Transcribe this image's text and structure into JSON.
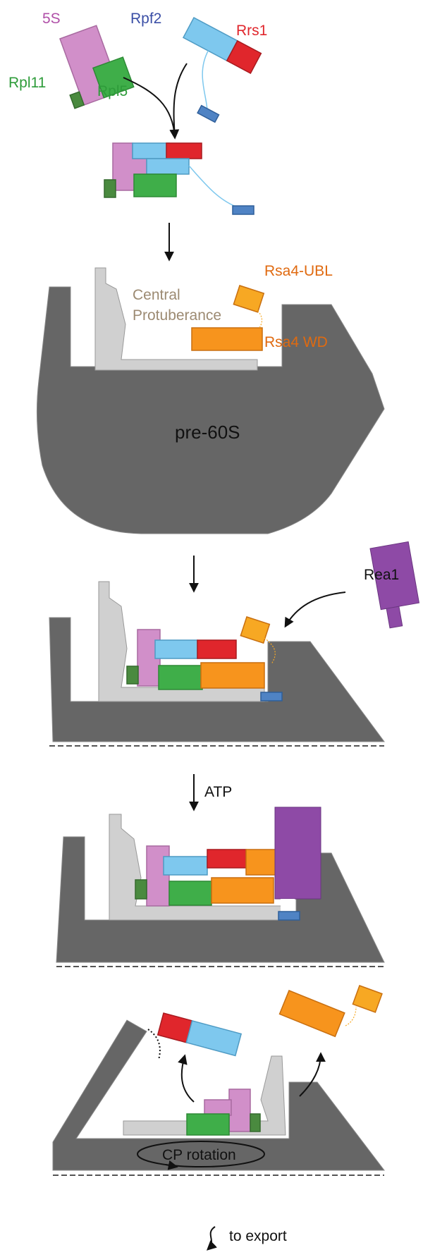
{
  "colors": {
    "fivesRna": "#d18fc9",
    "rpl5": "#3fae49",
    "rpl11": "#4a8a3f",
    "rpf2": "#7ec8ee",
    "rrs1": "#e0262c",
    "rsa4": "#f7941d",
    "rea1": "#8e4aa6",
    "ribosome": "#666666",
    "cp": "#d0d0d0",
    "label_5s": "#b050a8",
    "label_rpf2": "#3b4fa6",
    "label_rrs1": "#e0262c",
    "label_green": "#2e9c3a",
    "label_orange": "#e06a10",
    "label_cp": "#9c8a72",
    "text_dark": "#111111"
  },
  "labels": {
    "fives": "5S",
    "rpf2": "Rpf2",
    "rrs1": "Rrs1",
    "rpl11": "Rpl11",
    "rpl5": "Rpl5",
    "rsa4_ubl": "Rsa4-UBL",
    "cp_line1": "Central",
    "cp_line2": "Protuberance",
    "rsa4_wd": "Rsa4 WD",
    "pre60s": "pre-60S",
    "rea1": "Rea1",
    "atp": "ATP",
    "cp_rotation": "CP rotation",
    "export": "to export"
  }
}
